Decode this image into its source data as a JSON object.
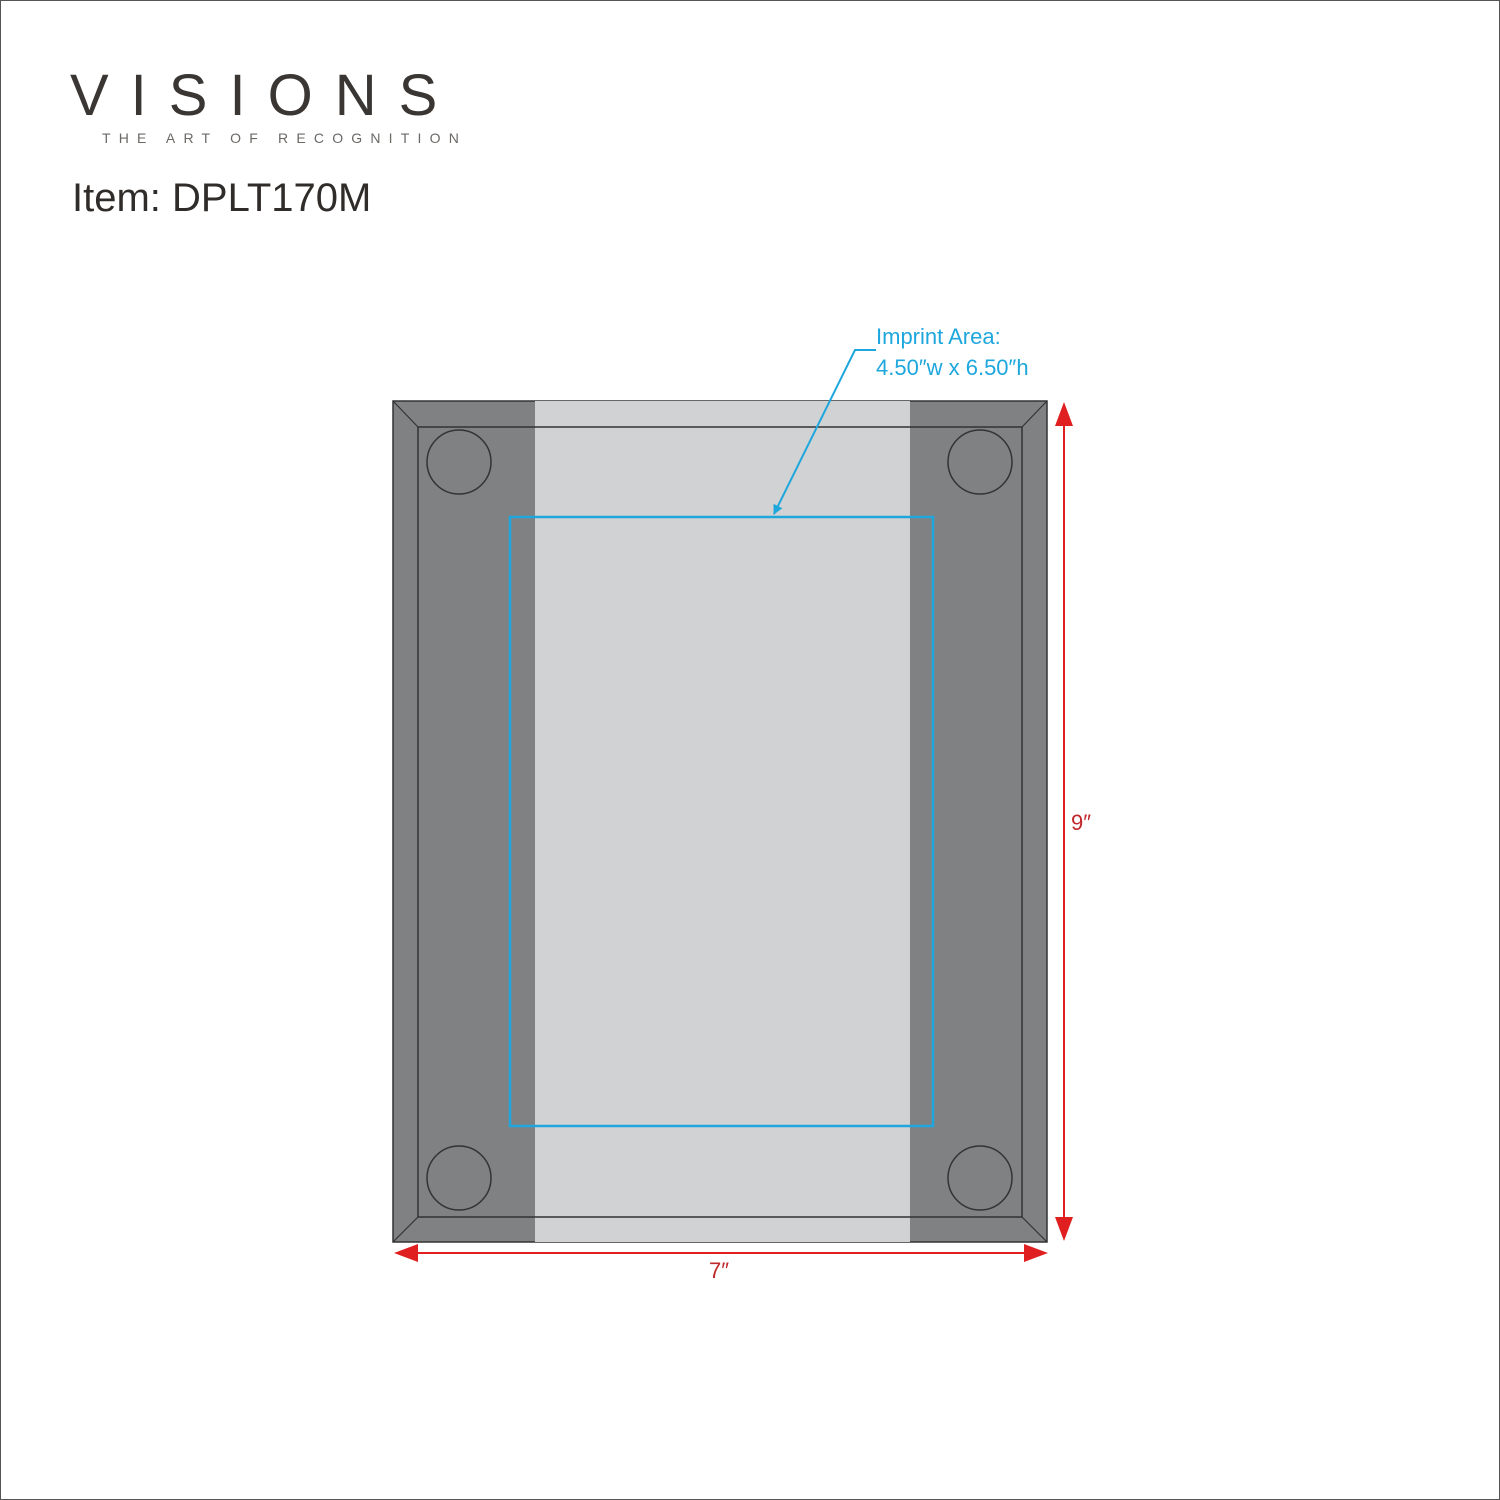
{
  "brand": {
    "name": "VISIONS",
    "tagline": "THE ART OF RECOGNITION"
  },
  "item": {
    "label": "Item: DPLT170M"
  },
  "imprint": {
    "title": "Imprint Area:",
    "size": "4.50″w x 6.50″h"
  },
  "dimensions": {
    "width": "7″",
    "height": "9″"
  },
  "colors": {
    "imprint": "#1ea7dd",
    "dimension": "#e02020",
    "frame": "#808183",
    "glass": "#d1d2d4"
  }
}
